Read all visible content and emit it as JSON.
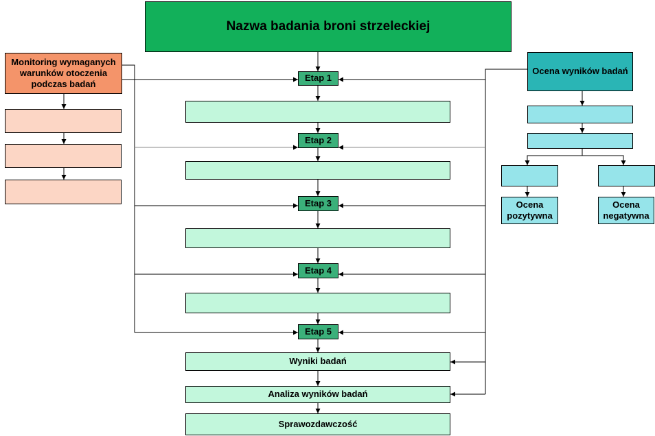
{
  "title": "Nazwa badania broni strzeleckiej",
  "stages": [
    "Etap 1",
    "Etap 2",
    "Etap 3",
    "Etap 4",
    "Etap 5"
  ],
  "monitoring": {
    "label": "Monitoring wymaganych warunków otoczenia podczas badań"
  },
  "evaluation": {
    "label": "Ocena wyników badań",
    "positive": "Ocena pozytywna",
    "negative": "Ocena negatywna"
  },
  "results": [
    "Wyniki badań",
    "Analiza wyników badań",
    "Sprawozdawczość"
  ]
}
